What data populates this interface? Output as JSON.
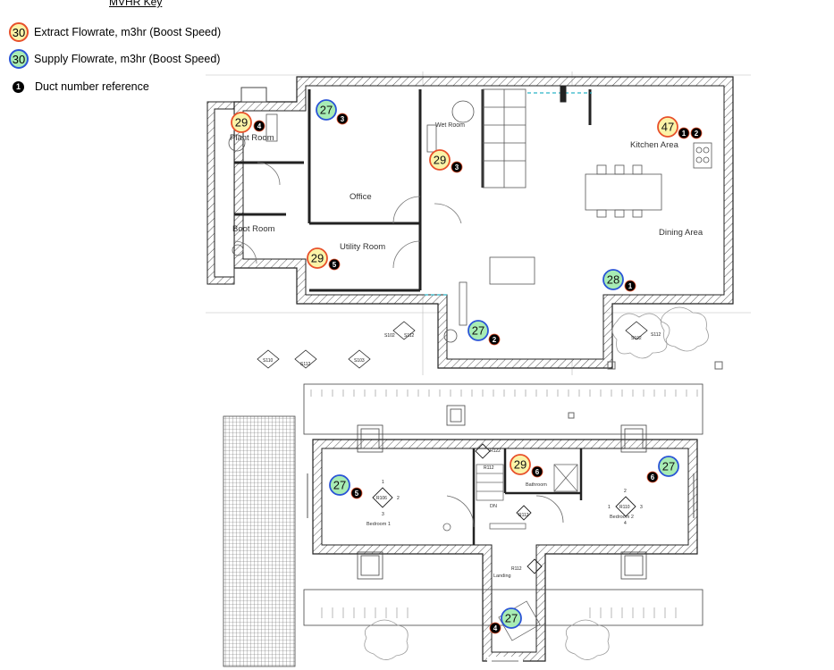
{
  "key": {
    "title": "MVHR Key",
    "extract_label": "Extract Flowrate, m3hr (Boost Speed)",
    "supply_label": "Supply Flowrate, m3hr (Boost Speed)",
    "duct_label": "Duct number reference",
    "sample_value": "30",
    "sample_duct": "1"
  },
  "colors": {
    "extract_fill": "#fbf3a8",
    "extract_border": "#e8502a",
    "supply_fill": "#a8ecb4",
    "supply_border": "#2a54d6",
    "duct": "#000000",
    "wall_line": "#222222"
  },
  "rooms": {
    "plant_room": "Plant Room",
    "wet_room": "Wet Room",
    "kitchen_area": "Kitchen Area",
    "office": "Office",
    "boot_room": "Boot Room",
    "utility_room": "Utility Room",
    "dining_area": "Dining Area",
    "bedroom1": "Bedroom 1",
    "bedroom2": "Bedroom 2",
    "bathroom": "Bathroom",
    "landing": "Landing",
    "dn": "DN"
  },
  "callouts": [
    {
      "kind": "extract",
      "flow": "29",
      "duct": "4"
    },
    {
      "kind": "supply",
      "flow": "27",
      "duct": "3"
    },
    {
      "kind": "extract",
      "flow": "29",
      "duct": "3"
    },
    {
      "kind": "extract",
      "flow": "47",
      "duct": "1",
      "duct2": "2"
    },
    {
      "kind": "extract",
      "flow": "29",
      "duct": "5"
    },
    {
      "kind": "supply",
      "flow": "28",
      "duct": "1"
    },
    {
      "kind": "supply",
      "flow": "27",
      "duct": "2"
    },
    {
      "kind": "supply",
      "flow": "27",
      "duct": "5"
    },
    {
      "kind": "extract",
      "flow": "29",
      "duct": "6"
    },
    {
      "kind": "supply",
      "flow": "27",
      "duct": "6"
    },
    {
      "kind": "supply",
      "flow": "27",
      "duct": "4"
    }
  ],
  "refs": {
    "s102": "S102",
    "s112": "S112",
    "s110": "S110",
    "s103": "S103",
    "r106": "R106",
    "r110": "R110",
    "r112": "R112",
    "r122": "R122",
    "n1": "1",
    "n2": "2",
    "n3": "3",
    "n4": "4"
  }
}
